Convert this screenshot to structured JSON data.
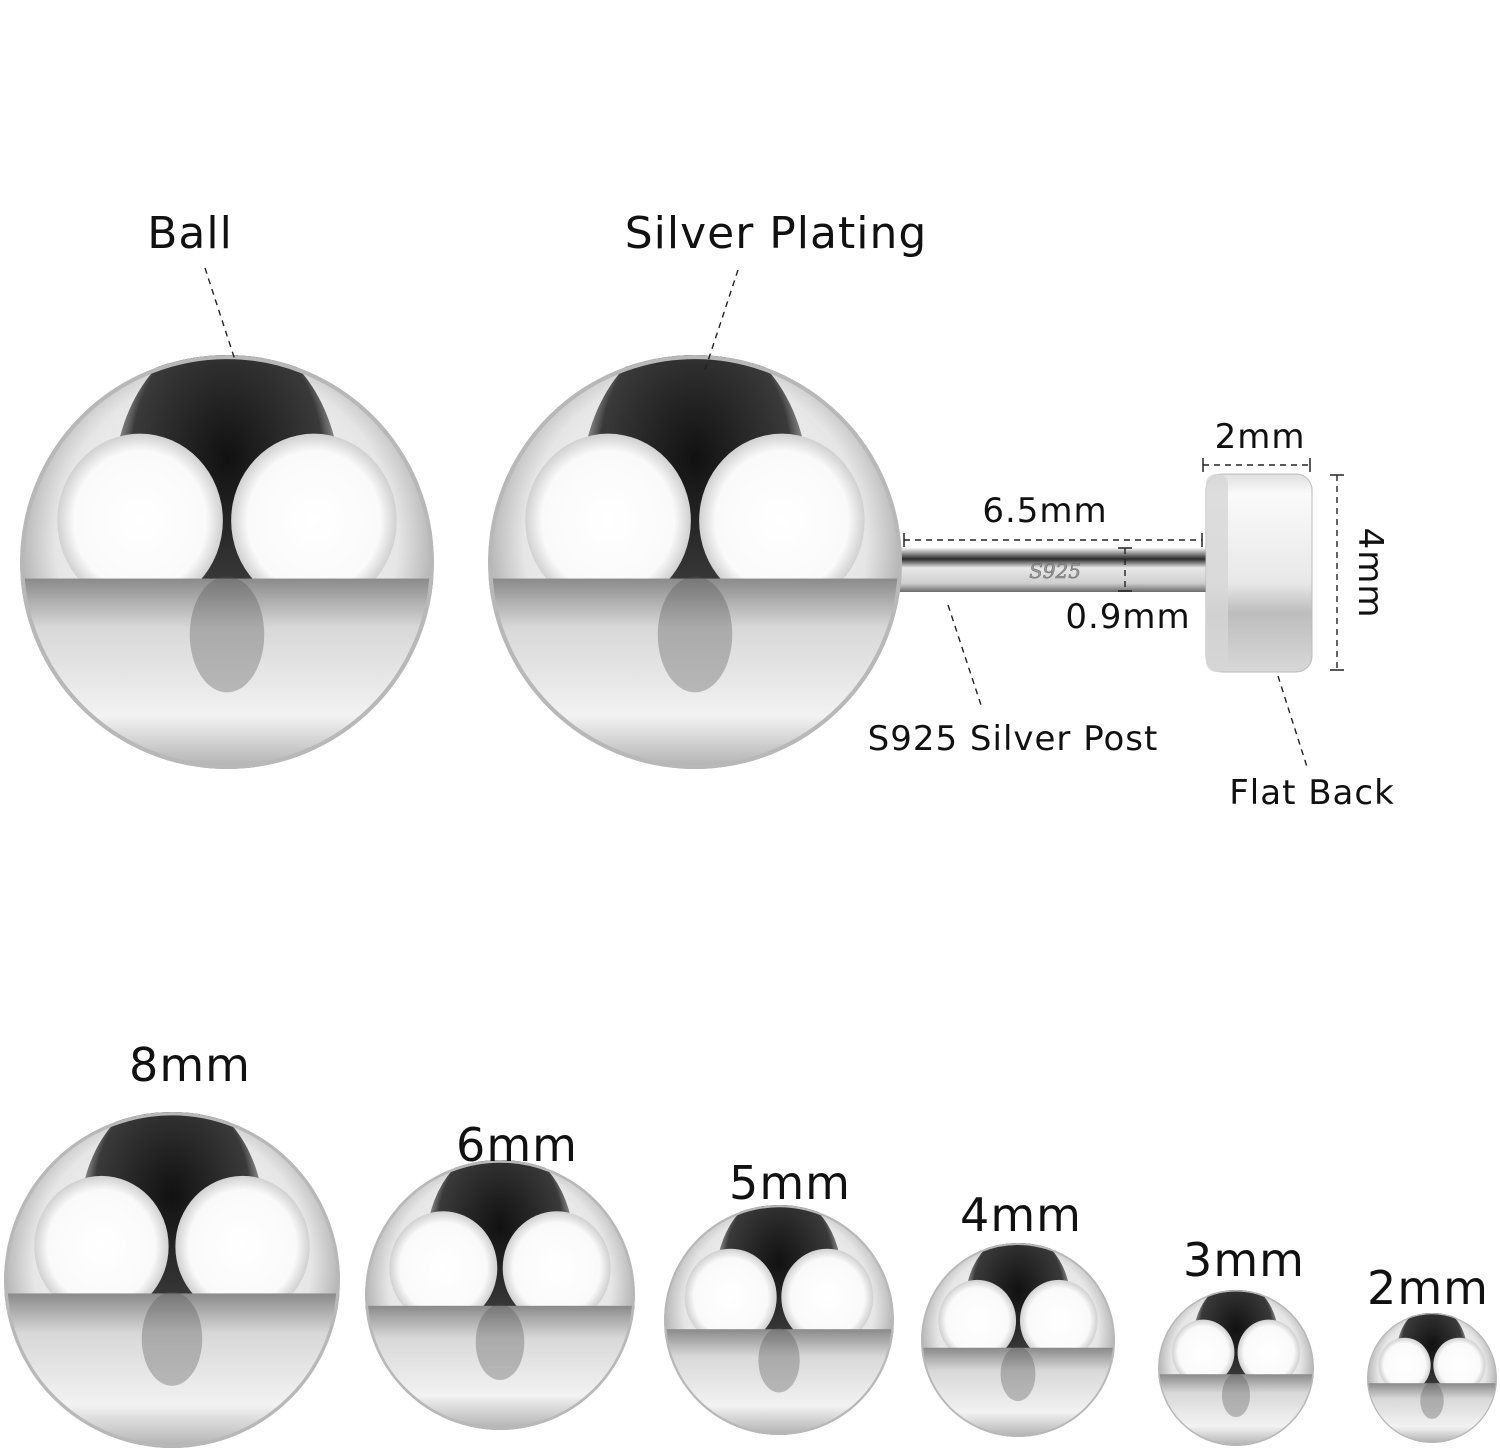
{
  "callouts": {
    "ball": "Ball",
    "plating": "Silver Plating",
    "post": "S925 Silver Post",
    "back": "Flat Back",
    "engraving": "S925"
  },
  "dimensions": {
    "back_width": "2mm",
    "post_length": "6.5mm",
    "post_diameter": "0.9mm",
    "back_diameter": "4mm"
  },
  "sizes": [
    "8mm",
    "6mm",
    "5mm",
    "4mm",
    "3mm",
    "2mm"
  ],
  "colors": {
    "text": "#111111",
    "metal_dark": "#1e1e1e",
    "metal_light": "#f4f4f4"
  }
}
